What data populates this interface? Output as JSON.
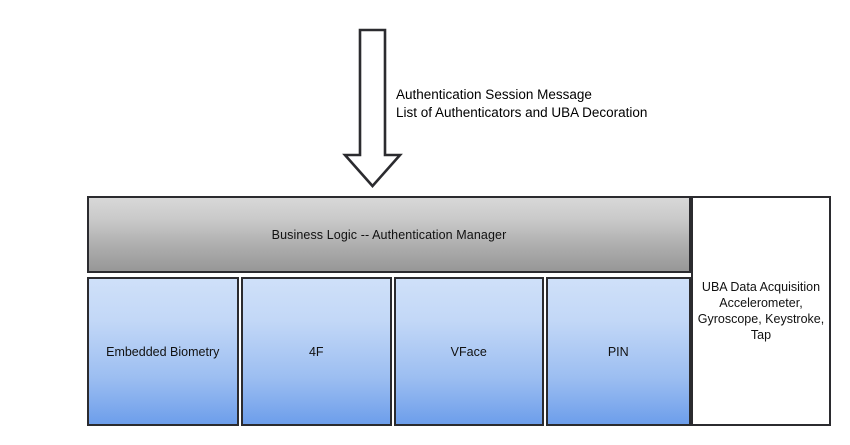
{
  "diagram": {
    "flow_arrow": {
      "icon": "down-arrow-icon",
      "direction": "down",
      "caption_lines": [
        "Authentication Session Message",
        "List of Authenticators and UBA Decoration"
      ]
    },
    "business_logic_bar": {
      "label": "Business Logic -- Authentication Manager",
      "fill_top_color": "#d8d8d8",
      "fill_bottom_color": "#979797",
      "border_color": "#2b2b2f"
    },
    "authenticators": [
      {
        "label": "Embedded Biometry"
      },
      {
        "label": "4F"
      },
      {
        "label": "VFace"
      },
      {
        "label": "PIN"
      }
    ],
    "authenticator_style": {
      "fill_top_color": "#cfe0f9",
      "fill_bottom_color": "#6d9eeb",
      "border_color": "#2b2b2f"
    },
    "uba_panel": {
      "lines": [
        "UBA Data Acquisition",
        "Accelerometer,",
        "Gyroscope, Keystroke,",
        "Tap"
      ],
      "fill_color": "#ffffff",
      "border_color": "#2b2b2f"
    }
  }
}
